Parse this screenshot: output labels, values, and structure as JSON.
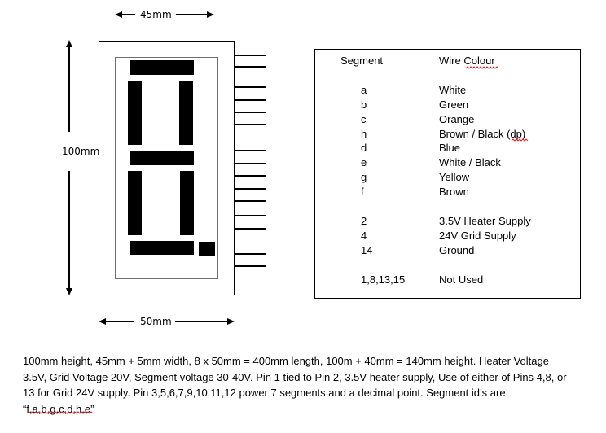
{
  "diagram": {
    "dimensions": {
      "width_top": "45mm",
      "height_left": "100mm",
      "width_bottom": "50mm"
    },
    "display": {
      "type": "7-segment with decimal point",
      "segments": [
        "a",
        "b",
        "c",
        "d",
        "e",
        "f",
        "g",
        "dp"
      ],
      "pin_count": 15
    }
  },
  "wire_table": {
    "headers": {
      "segment": "Segment",
      "wire_colour": "Wire Colour"
    },
    "segment_rows": [
      {
        "segment": "a",
        "colour": "White"
      },
      {
        "segment": "b",
        "colour": "Green"
      },
      {
        "segment": "c",
        "colour": "Orange"
      },
      {
        "segment": "h",
        "colour": "Brown / Black (dp)"
      },
      {
        "segment": "d",
        "colour": "Blue"
      },
      {
        "segment": "e",
        "colour": "White / Black"
      },
      {
        "segment": "g",
        "colour": "Yellow"
      },
      {
        "segment": "f",
        "colour": "Brown"
      }
    ],
    "pin_rows": [
      {
        "pin": "2",
        "function": "3.5V Heater Supply"
      },
      {
        "pin": "4",
        "function": "24V Grid Supply"
      },
      {
        "pin": "14",
        "function": "Ground"
      }
    ],
    "unused_row": {
      "pin": "1,8,13,15",
      "function": "Not Used"
    }
  },
  "description": {
    "line1": "100mm height, 45mm + 5mm width, 8 x 50mm = 400mm length, 100m + 40mm = 140mm height. Heater Voltage",
    "line2": "3.5V, Grid Voltage 20V, Segment voltage 30-40V. Pin 1 tied to Pin 2, 3.5V heater supply, Use of either of Pins 4,8, or",
    "line3": "13 for Grid 24V supply. Pin 3,5,6,7,9,10,11,12 power 7 segments and a decimal point. Segment id’s are",
    "line4": "“f,a,b,g,c,d,h,e”"
  }
}
